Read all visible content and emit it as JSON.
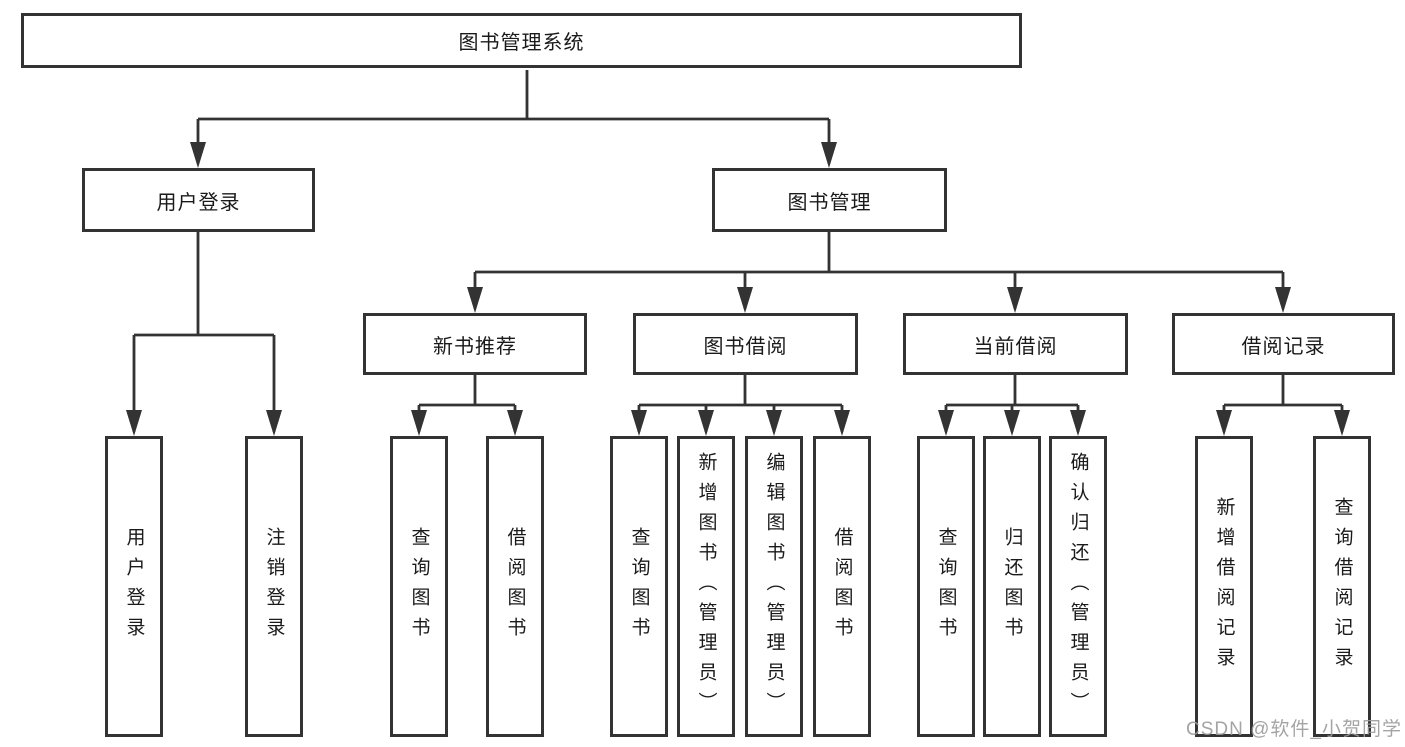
{
  "tree": {
    "root": "图书管理系统",
    "level2": [
      {
        "label": "用户登录"
      },
      {
        "label": "图书管理"
      }
    ],
    "level3": [
      {
        "label": "新书推荐"
      },
      {
        "label": "图书借阅"
      },
      {
        "label": "当前借阅"
      },
      {
        "label": "借阅记录"
      }
    ],
    "leaves": {
      "user_login": [
        "用户登录",
        "注销登录"
      ],
      "new_book": [
        "查询图书",
        "借阅图书"
      ],
      "book_borrow": [
        "查询图书",
        "新增图书（管理员）",
        "编辑图书（管理员）",
        "借阅图书"
      ],
      "current_borrow": [
        "查询图书",
        "归还图书",
        "确认归还（管理员）"
      ],
      "borrow_records": [
        "新增借阅记录",
        "查询借阅记录"
      ]
    },
    "colors": {
      "line": "#333333",
      "text": "#1a1a1a",
      "watermark": "#9b9b9b",
      "background": "#ffffff"
    },
    "watermark": "CSDN @软件_小贺同学"
  }
}
